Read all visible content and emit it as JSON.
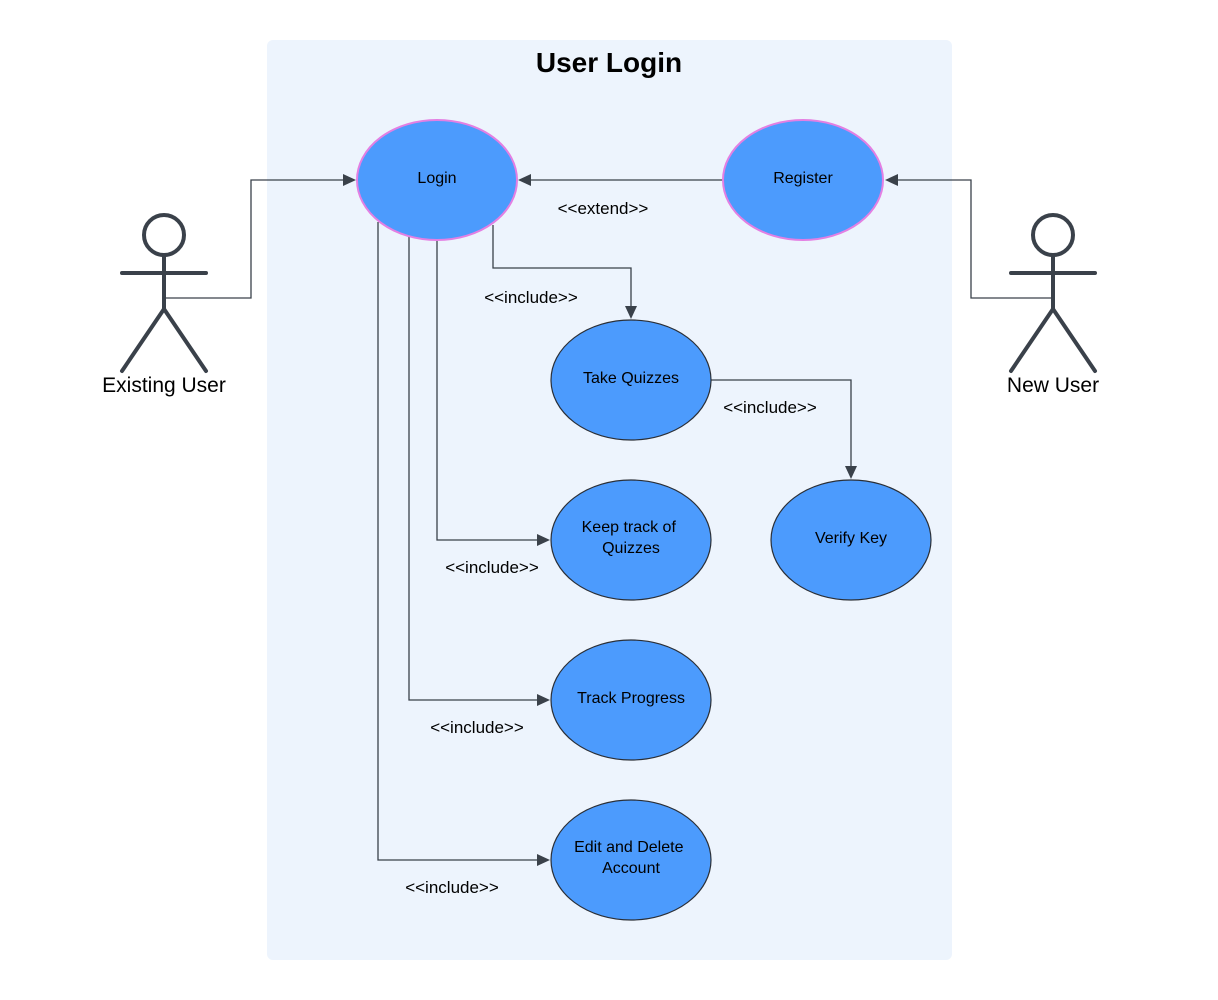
{
  "title": "User Login",
  "colors": {
    "boundary_fill": "#edf4fd",
    "usecase_fill": "#4c9bfd",
    "highlight_stroke": "#e37fe3",
    "usecase_stroke": "#2b2f36",
    "line": "#3a414a"
  },
  "actors": {
    "existing_user": "Existing User",
    "new_user": "New User"
  },
  "use_cases": {
    "login": "Login",
    "register": "Register",
    "take_quizzes": "Take Quizzes",
    "verify_key": "Verify Key",
    "keep_track": [
      "Keep track of",
      "Quizzes"
    ],
    "track_progress": "Track Progress",
    "edit_delete": [
      "Edit and Delete",
      "Account"
    ]
  },
  "relations": {
    "extend": "<<extend>>",
    "include_take_quizzes": "<<include>>",
    "include_verify_key": "<<include>>",
    "include_keep_track": "<<include>>",
    "include_track_progress": "<<include>>",
    "include_edit_delete": "<<include>>"
  }
}
